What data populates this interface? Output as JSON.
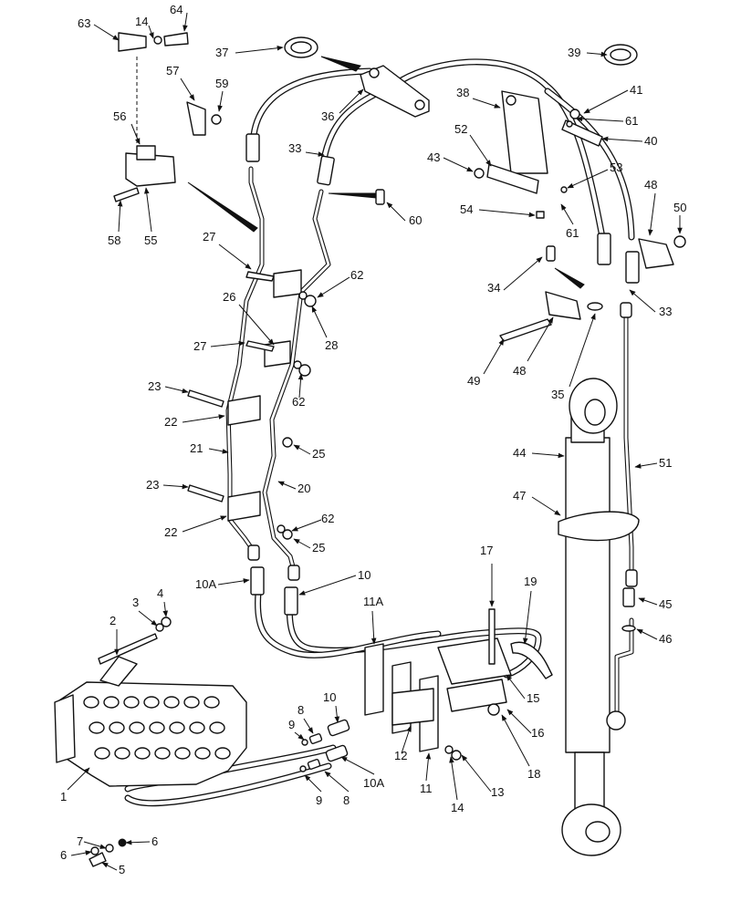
{
  "figure": {
    "callouts": [
      {
        "id": "c63",
        "text": "63"
      },
      {
        "id": "c14a",
        "text": "14"
      },
      {
        "id": "c64",
        "text": "64"
      },
      {
        "id": "c37",
        "text": "37"
      },
      {
        "id": "c39",
        "text": "39"
      },
      {
        "id": "c57",
        "text": "57"
      },
      {
        "id": "c59",
        "text": "59"
      },
      {
        "id": "c36",
        "text": "36"
      },
      {
        "id": "c38",
        "text": "38"
      },
      {
        "id": "c41",
        "text": "41"
      },
      {
        "id": "c56",
        "text": "56"
      },
      {
        "id": "c61a",
        "text": "61"
      },
      {
        "id": "c52",
        "text": "52"
      },
      {
        "id": "c40",
        "text": "40"
      },
      {
        "id": "c33a",
        "text": "33"
      },
      {
        "id": "c43",
        "text": "43"
      },
      {
        "id": "c53",
        "text": "53"
      },
      {
        "id": "c58",
        "text": "58"
      },
      {
        "id": "c55",
        "text": "55"
      },
      {
        "id": "c60",
        "text": "60"
      },
      {
        "id": "c48a",
        "text": "48"
      },
      {
        "id": "c54",
        "text": "54"
      },
      {
        "id": "c61b",
        "text": "61"
      },
      {
        "id": "c50",
        "text": "50"
      },
      {
        "id": "c27a",
        "text": "27"
      },
      {
        "id": "c34",
        "text": "34"
      },
      {
        "id": "c62a",
        "text": "62"
      },
      {
        "id": "c26",
        "text": "26"
      },
      {
        "id": "c33b",
        "text": "33"
      },
      {
        "id": "c28",
        "text": "28"
      },
      {
        "id": "c27b",
        "text": "27"
      },
      {
        "id": "c49",
        "text": "49"
      },
      {
        "id": "c48b",
        "text": "48"
      },
      {
        "id": "c35",
        "text": "35"
      },
      {
        "id": "c23a",
        "text": "23"
      },
      {
        "id": "c62b",
        "text": "62"
      },
      {
        "id": "c22a",
        "text": "22"
      },
      {
        "id": "c21",
        "text": "21"
      },
      {
        "id": "c25a",
        "text": "25"
      },
      {
        "id": "c44",
        "text": "44"
      },
      {
        "id": "c51",
        "text": "51"
      },
      {
        "id": "c23b",
        "text": "23"
      },
      {
        "id": "c20",
        "text": "20"
      },
      {
        "id": "c47",
        "text": "47"
      },
      {
        "id": "c62c",
        "text": "62"
      },
      {
        "id": "c22b",
        "text": "22"
      },
      {
        "id": "c25b",
        "text": "25"
      },
      {
        "id": "c17",
        "text": "17"
      },
      {
        "id": "c10a",
        "text": "10A"
      },
      {
        "id": "c10b",
        "text": "10"
      },
      {
        "id": "c19",
        "text": "19"
      },
      {
        "id": "c4",
        "text": "4"
      },
      {
        "id": "c3",
        "text": "3"
      },
      {
        "id": "c11a",
        "text": "11A"
      },
      {
        "id": "c45",
        "text": "45"
      },
      {
        "id": "c2",
        "text": "2"
      },
      {
        "id": "c46",
        "text": "46"
      },
      {
        "id": "c8a",
        "text": "8"
      },
      {
        "id": "c10c",
        "text": "10"
      },
      {
        "id": "c15",
        "text": "15"
      },
      {
        "id": "c9a",
        "text": "9"
      },
      {
        "id": "c16",
        "text": "16"
      },
      {
        "id": "c12",
        "text": "12"
      },
      {
        "id": "c10d",
        "text": "10A"
      },
      {
        "id": "c13",
        "text": "13"
      },
      {
        "id": "c18",
        "text": "18"
      },
      {
        "id": "c1",
        "text": "1"
      },
      {
        "id": "c9b",
        "text": "9"
      },
      {
        "id": "c8b",
        "text": "8"
      },
      {
        "id": "c11b",
        "text": "11"
      },
      {
        "id": "c14b",
        "text": "14"
      },
      {
        "id": "c7",
        "text": "7"
      },
      {
        "id": "c6a",
        "text": "6"
      },
      {
        "id": "c6b",
        "text": "6"
      },
      {
        "id": "c5",
        "text": "5"
      }
    ]
  }
}
